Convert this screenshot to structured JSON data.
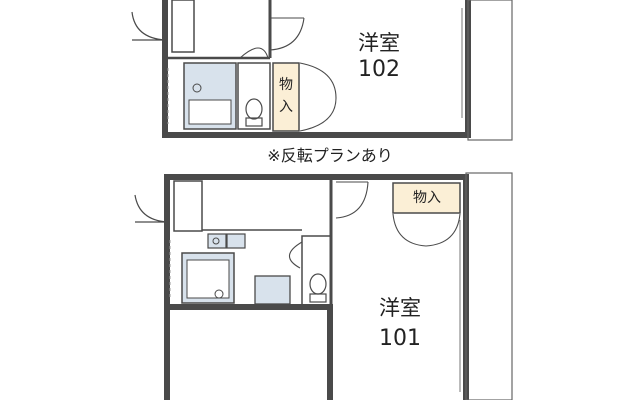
{
  "units": {
    "upper": {
      "room_name": "洋室",
      "room_number": "102",
      "storage_char_1": "物",
      "storage_char_2": "入"
    },
    "lower": {
      "room_name": "洋室",
      "room_number": "101",
      "storage_label": "物入"
    }
  },
  "note": "※反転プランあり",
  "colors": {
    "wall": "#4a4a4a",
    "fixture": "#d8e2ec",
    "storage": "#fbefd6",
    "line": "#555555"
  }
}
